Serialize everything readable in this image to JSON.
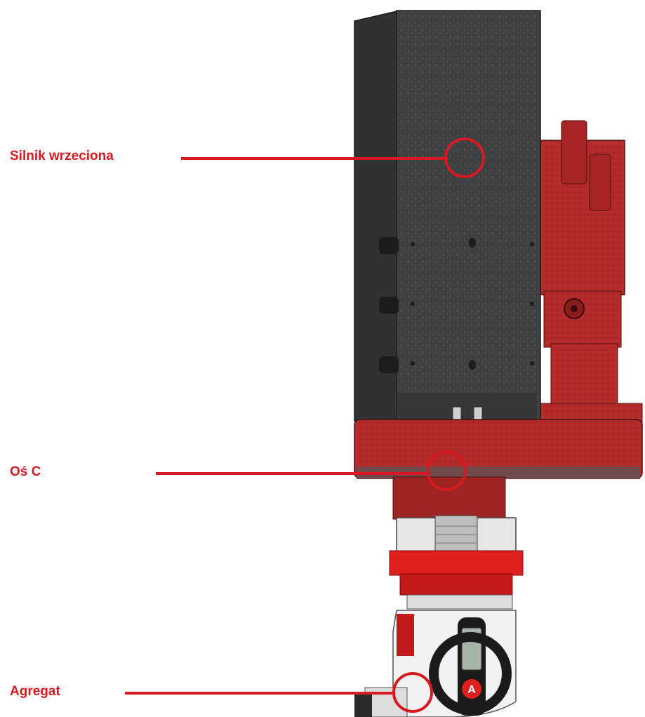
{
  "labels": {
    "spindle_motor": "Silnik wrzeciona",
    "c_axis": "Oś C",
    "aggregate": "Agregat"
  },
  "colors": {
    "accent_red": "#d71920",
    "housing_dark": "#3d4144",
    "machine_red": "#b52a2a",
    "bright_red": "#e0201f",
    "white_body": "#f2f2f2"
  },
  "icons": {
    "aggregate_logo": "A-logo-icon"
  }
}
